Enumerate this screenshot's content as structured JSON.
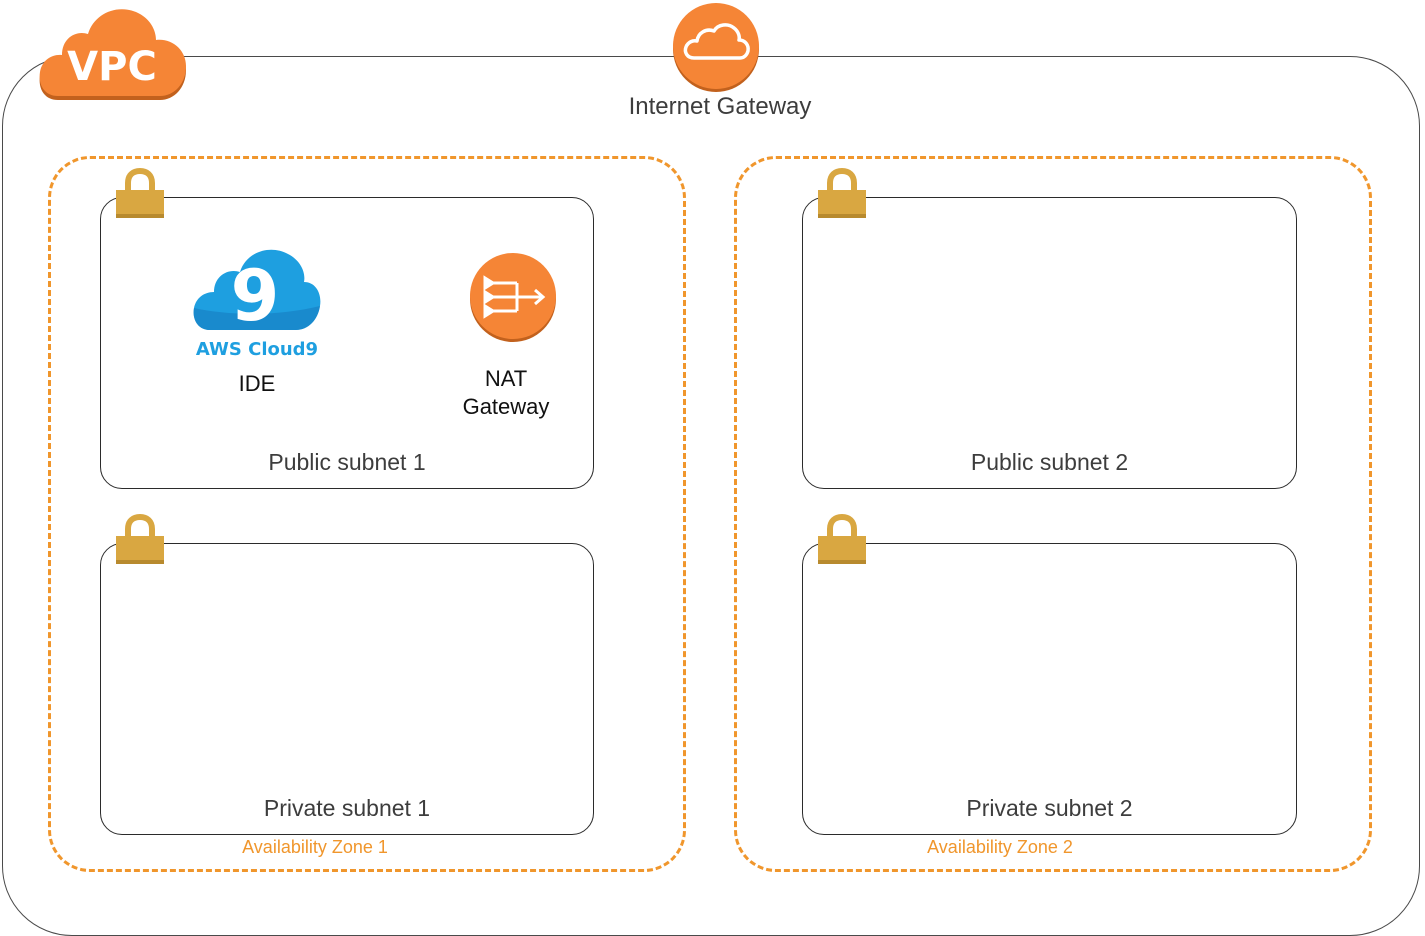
{
  "vpc": {
    "badge": "VPC"
  },
  "internet_gateway": {
    "label": "Internet Gateway",
    "icon": "cloud-icon"
  },
  "availability_zones": [
    {
      "label": "Availability Zone 1",
      "public_subnet": {
        "label": "Public subnet 1",
        "ide": {
          "logo_text": "AWS Cloud9",
          "logo_digit": "9",
          "label": "IDE"
        },
        "nat": {
          "label_line1": "NAT",
          "label_line2": "Gateway"
        }
      },
      "private_subnet": {
        "label": "Private subnet 1"
      }
    },
    {
      "label": "Availability Zone 2",
      "public_subnet": {
        "label": "Public subnet 2"
      },
      "private_subnet": {
        "label": "Private subnet 2"
      }
    }
  ],
  "colors": {
    "aws_orange": "#f58536",
    "az_dashed": "#f0962c",
    "lock_gold": "#d9a741",
    "cloud9_blue": "#1e9fe0"
  }
}
